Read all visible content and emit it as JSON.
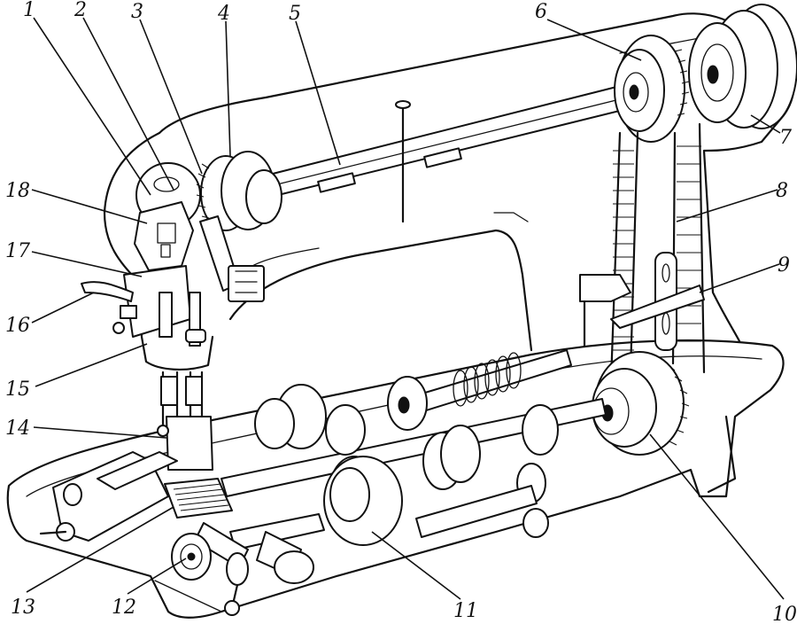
{
  "diagram": {
    "callouts": [
      {
        "id": "c1",
        "label": "1"
      },
      {
        "id": "c2",
        "label": "2"
      },
      {
        "id": "c3",
        "label": "3"
      },
      {
        "id": "c4",
        "label": "4"
      },
      {
        "id": "c5",
        "label": "5"
      },
      {
        "id": "c6",
        "label": "6"
      },
      {
        "id": "c7",
        "label": "7"
      },
      {
        "id": "c8",
        "label": "8"
      },
      {
        "id": "c9",
        "label": "9"
      },
      {
        "id": "c10",
        "label": "10"
      },
      {
        "id": "c11",
        "label": "11"
      },
      {
        "id": "c12",
        "label": "12"
      },
      {
        "id": "c13",
        "label": "13"
      },
      {
        "id": "c14",
        "label": "14"
      },
      {
        "id": "c15",
        "label": "15"
      },
      {
        "id": "c16",
        "label": "16"
      },
      {
        "id": "c17",
        "label": "17"
      },
      {
        "id": "c18",
        "label": "18"
      }
    ]
  },
  "style": {
    "ink_color": "#111111",
    "paper_color": "#ffffff"
  }
}
